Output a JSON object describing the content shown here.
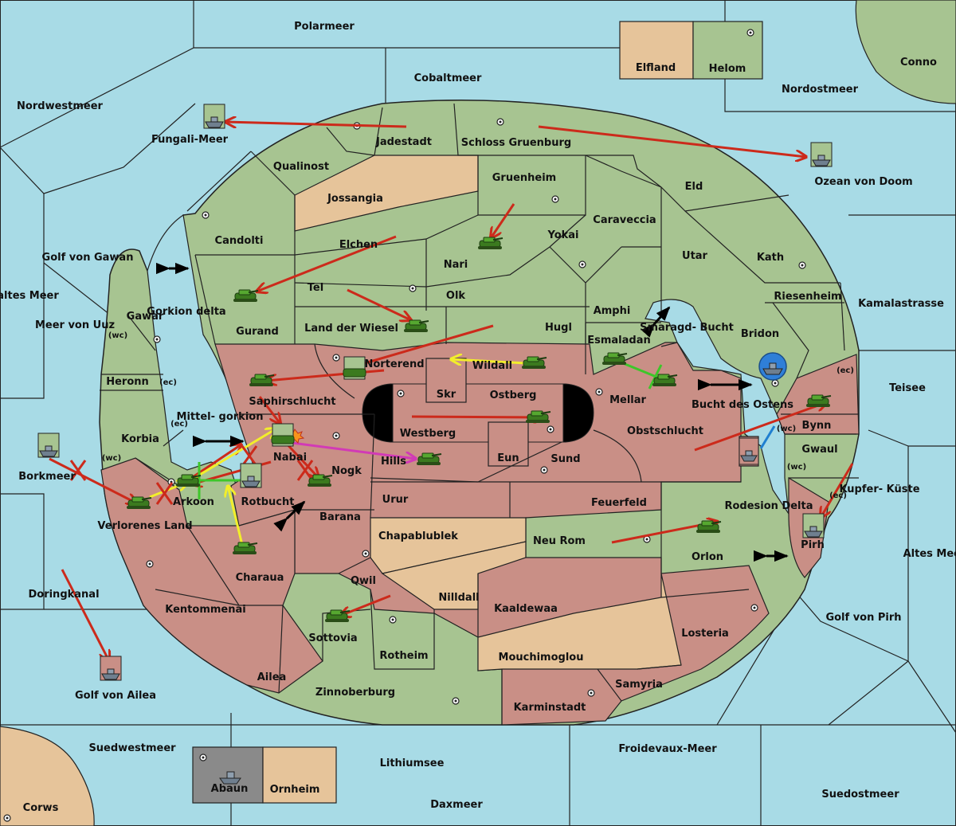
{
  "colors": {
    "sea": "#a8dbe6",
    "green": "#a7c491",
    "red": "#c98f86",
    "tan": "#e6c49a",
    "grey": "#8a8a8a",
    "order_move": "#cc2a1b",
    "order_support": "#f2ee2b",
    "order_convoy": "#d23ab6",
    "order_other": "#3ec62a",
    "order_blue": "#1f7fd0",
    "swap_arrow": "#000000"
  },
  "regions": {
    "polarmeer": "Polarmeer",
    "cobaltmeer": "Cobaltmeer",
    "nordwestmeer": "Nordwestmeer",
    "nordostmeer": "Nordostmeer",
    "elfland": "Elfland",
    "helom": "Helom",
    "conno": "Conno",
    "fungali_meer": "Fungali-Meer",
    "jadestadt": "Jadestadt",
    "schloss_gruenburg": "Schloss Gruenburg",
    "ozean_von_doom": "Ozean von Doom",
    "qualinost": "Qualinost",
    "jossangia": "Jossangia",
    "gruenheim": "Gruenheim",
    "eld": "Eld",
    "caraveccia": "Caraveccia",
    "candolti": "Candolti",
    "yokai": "Yokai",
    "elchen": "Elchen",
    "nari": "Nari",
    "utar": "Utar",
    "kath": "Kath",
    "golf_von_gawan": "Golf von Gawan",
    "kaltes_meer": "Kaltes Meer",
    "tel": "Tel",
    "olk": "Olk",
    "riesenheim": "Riesenheim",
    "kamalastrasse": "Kamalastrasse",
    "meer_von_uuz": "Meer von Uuz",
    "gurand": "Gurand",
    "gawar": "Gawar",
    "wc": "(wc)",
    "ec": "(ec)",
    "gorkion_delta": "Gorkion delta",
    "land_der_wiesel": "Land der Wiesel",
    "hugl": "Hugl",
    "amphi": "Amphi",
    "smaragd_bucht": "Smaragd- Bucht",
    "bridon": "Bridon",
    "esmaladan": "Esmaladan",
    "norterend": "Norterend",
    "wildall": "Wildall",
    "heronn": "Heronn",
    "saphirschlucht": "Saphirschlucht",
    "skr": "Skr",
    "ostberg": "Ostberg",
    "mellar": "Mellar",
    "teisee": "Teisee",
    "bynn": "Bynn",
    "bucht_des_ostens": "Bucht des Ostens",
    "korbia": "Korbia",
    "mittelgorkion": "Mittel- gorkion",
    "westberg": "Westberg",
    "obstschlucht": "Obstschlucht",
    "borkmeer": "Borkmeer",
    "nabai": "Nabai",
    "hills": "Hills",
    "nogk": "Nogk",
    "eun": "Eun",
    "sund": "Sund",
    "gwaul": "Gwaul",
    "kupfer_kueste": "Kupfer- Küste",
    "arkoon": "Arkoon",
    "rotbucht": "Rotbucht",
    "urur": "Urur",
    "feuerfeld": "Feuerfeld",
    "rodesion_delta": "Rodesion Delta",
    "verlorenes_land": "Verlorenes Land",
    "barana": "Barana",
    "chapablublek": "Chapablublek",
    "neu_rom": "Neu Rom",
    "orlon": "Orlon",
    "pirh": "Pirh",
    "altes_meer": "Altes Meer",
    "charaua": "Charaua",
    "qwil": "Qwil",
    "nilldall": "Nilldall",
    "doringkanal": "Doringkanal",
    "kentommenai": "Kentommenai",
    "kaaldewaa": "Kaaldewaa",
    "golf_von_pirh": "Golf von Pirh",
    "sottovia": "Sottovia",
    "losteria": "Losteria",
    "rotheim": "Rotheim",
    "mouchimoglou": "Mouchimoglou",
    "ailea": "Ailea",
    "samyria": "Samyria",
    "golf_von_ailea": "Golf von Ailea",
    "zinnoberburg": "Zinnoberburg",
    "karminstadt": "Karminstadt",
    "suedwestmeer": "Suedwestmeer",
    "froidevaux_meer": "Froidevaux-Meer",
    "lithiumsee": "Lithiumsee",
    "abaun": "Abaun",
    "ornheim": "Ornheim",
    "suedostmeer": "Suedostmeer",
    "daxmeer": "Daxmeer",
    "corws": "Corws"
  }
}
